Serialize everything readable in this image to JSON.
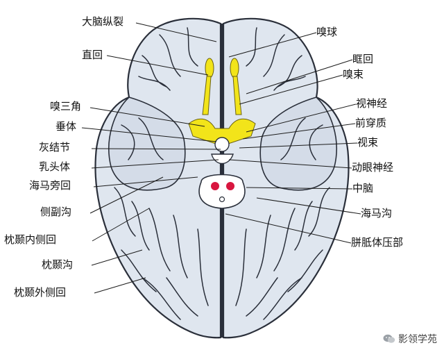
{
  "labels": {
    "longitudinal_fissure": "大脑纵裂",
    "olfactory_bulb": "嗅球",
    "gyrus_rectus": "直回",
    "orbital_gyri": "眶回",
    "olfactory_tract": "嗅束",
    "olfactory_trigone": "嗅三角",
    "optic_nerve": "视神经",
    "hypophysis": "垂体",
    "anterior_perforated_substance": "前穿质",
    "tuber_cinereum": "灰结节",
    "optic_tract": "视束",
    "mammillary_body": "乳头体",
    "oculomotor_nerve": "动眼神经",
    "parahippocampal_gyrus": "海马旁回",
    "midbrain": "中脑",
    "collateral_sulcus": "侧副沟",
    "hippocampal_sulcus": "海马沟",
    "medial_occipitotemporal_gyrus": "枕颞内侧回",
    "splenium_corpus_callosum": "胼胝体压部",
    "occipitotemporal_sulcus": "枕颞沟",
    "lateral_occipitotemporal_gyrus": "枕颞外侧回"
  },
  "watermark": {
    "text": "影领学苑",
    "icon": "wechat-icon"
  },
  "colors": {
    "cortex": "#dfe6ef",
    "cortex_shade": "#c3cedc",
    "sulcus": "#2a2f3a",
    "olfactory": "#f2e41a",
    "midbrain_red": "#d8163f",
    "leader": "#1a1a1a"
  }
}
